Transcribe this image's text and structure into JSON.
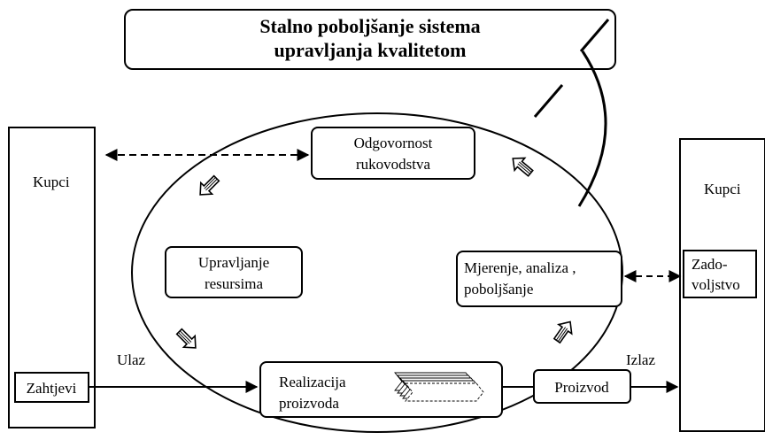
{
  "title": {
    "line1": "Stalno poboljšanje sistema",
    "line2": "upravljanja kvalitetom"
  },
  "customers_left": {
    "label": "Kupci",
    "requirements": "Zahtjevi"
  },
  "customers_right": {
    "label": "Kupci",
    "satisfaction_line1": "Zado-",
    "satisfaction_line2": "voljstvo"
  },
  "processes": {
    "management": {
      "line1": "Odgovornost",
      "line2": "rukovodstva"
    },
    "resources": {
      "line1": "Upravljanje",
      "line2": "resursima"
    },
    "measurement": {
      "line1": "Mjerenje, analiza ,",
      "line2": "poboljšanje"
    },
    "realization": {
      "line1": "Realizacija",
      "line2": "proizvoda"
    }
  },
  "product": "Proizvod",
  "input_label": "Ulaz",
  "output_label": "Izlaz",
  "colors": {
    "stroke": "#000000",
    "background": "#ffffff"
  }
}
